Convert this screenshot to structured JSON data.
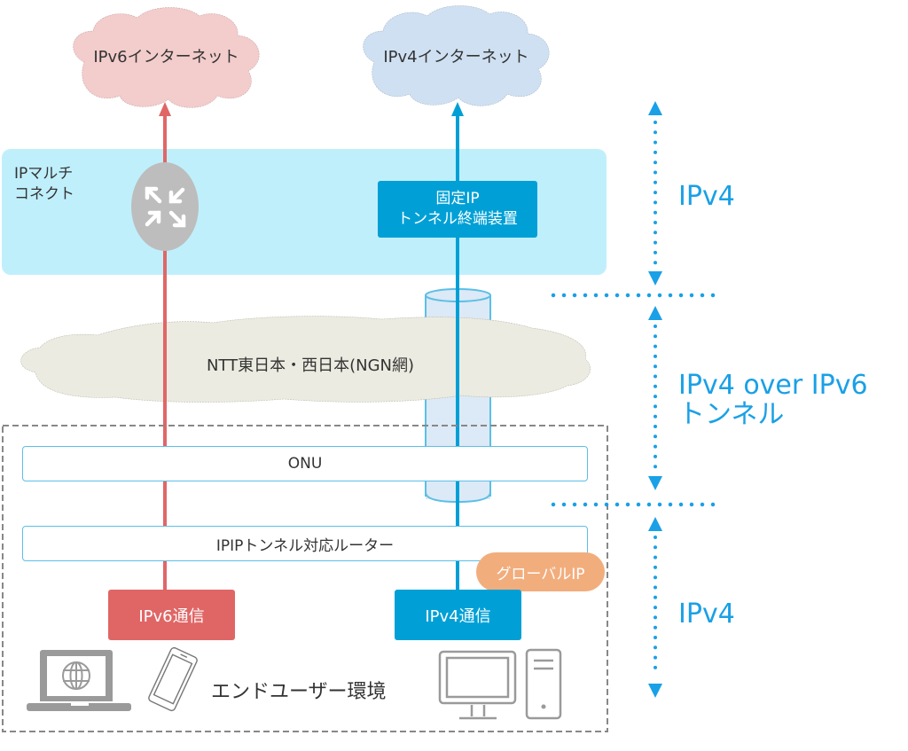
{
  "colors": {
    "ipv6": "#e06666",
    "ipv4": "#00a0d6",
    "ipv6_cloud": "#f3cccc",
    "ipv4_cloud": "#cfe0f2",
    "ngn_cloud": "#ecebe1",
    "multiconnect_bg": "#c0effc",
    "accent_label": "#1aa0e6",
    "global_ip_badge": "#f2ad7d",
    "router_circle": "#bdbdbd",
    "device_gray": "#9a9a9a"
  },
  "clouds": {
    "ipv6_internet": "IPv6インターネット",
    "ipv4_internet": "IPv4インターネット",
    "ngn": "NTT東日本・西日本(NGN網)"
  },
  "multiconnect": {
    "label_line1": "IPマルチ",
    "label_line2": "コネクト",
    "router_icon": "router-arrows-icon",
    "tunnel_terminator_line1": "固定IP",
    "tunnel_terminator_line2": "トンネル終端装置"
  },
  "end_user": {
    "onu": "ONU",
    "router": "IPIPトンネル対応ルーター",
    "global_ip_badge": "グローバルIP",
    "ipv6_comm": "IPv6通信",
    "ipv4_comm": "IPv4通信",
    "environment_label": "エンドユーザー環境",
    "devices": [
      "laptop-icon",
      "smartphone-icon",
      "desktop-monitor-icon",
      "pc-tower-icon"
    ]
  },
  "side_labels": {
    "top": "IPv4",
    "middle_line1": "IPv4 over IPv6",
    "middle_line2": "トンネル",
    "bottom": "IPv4"
  }
}
